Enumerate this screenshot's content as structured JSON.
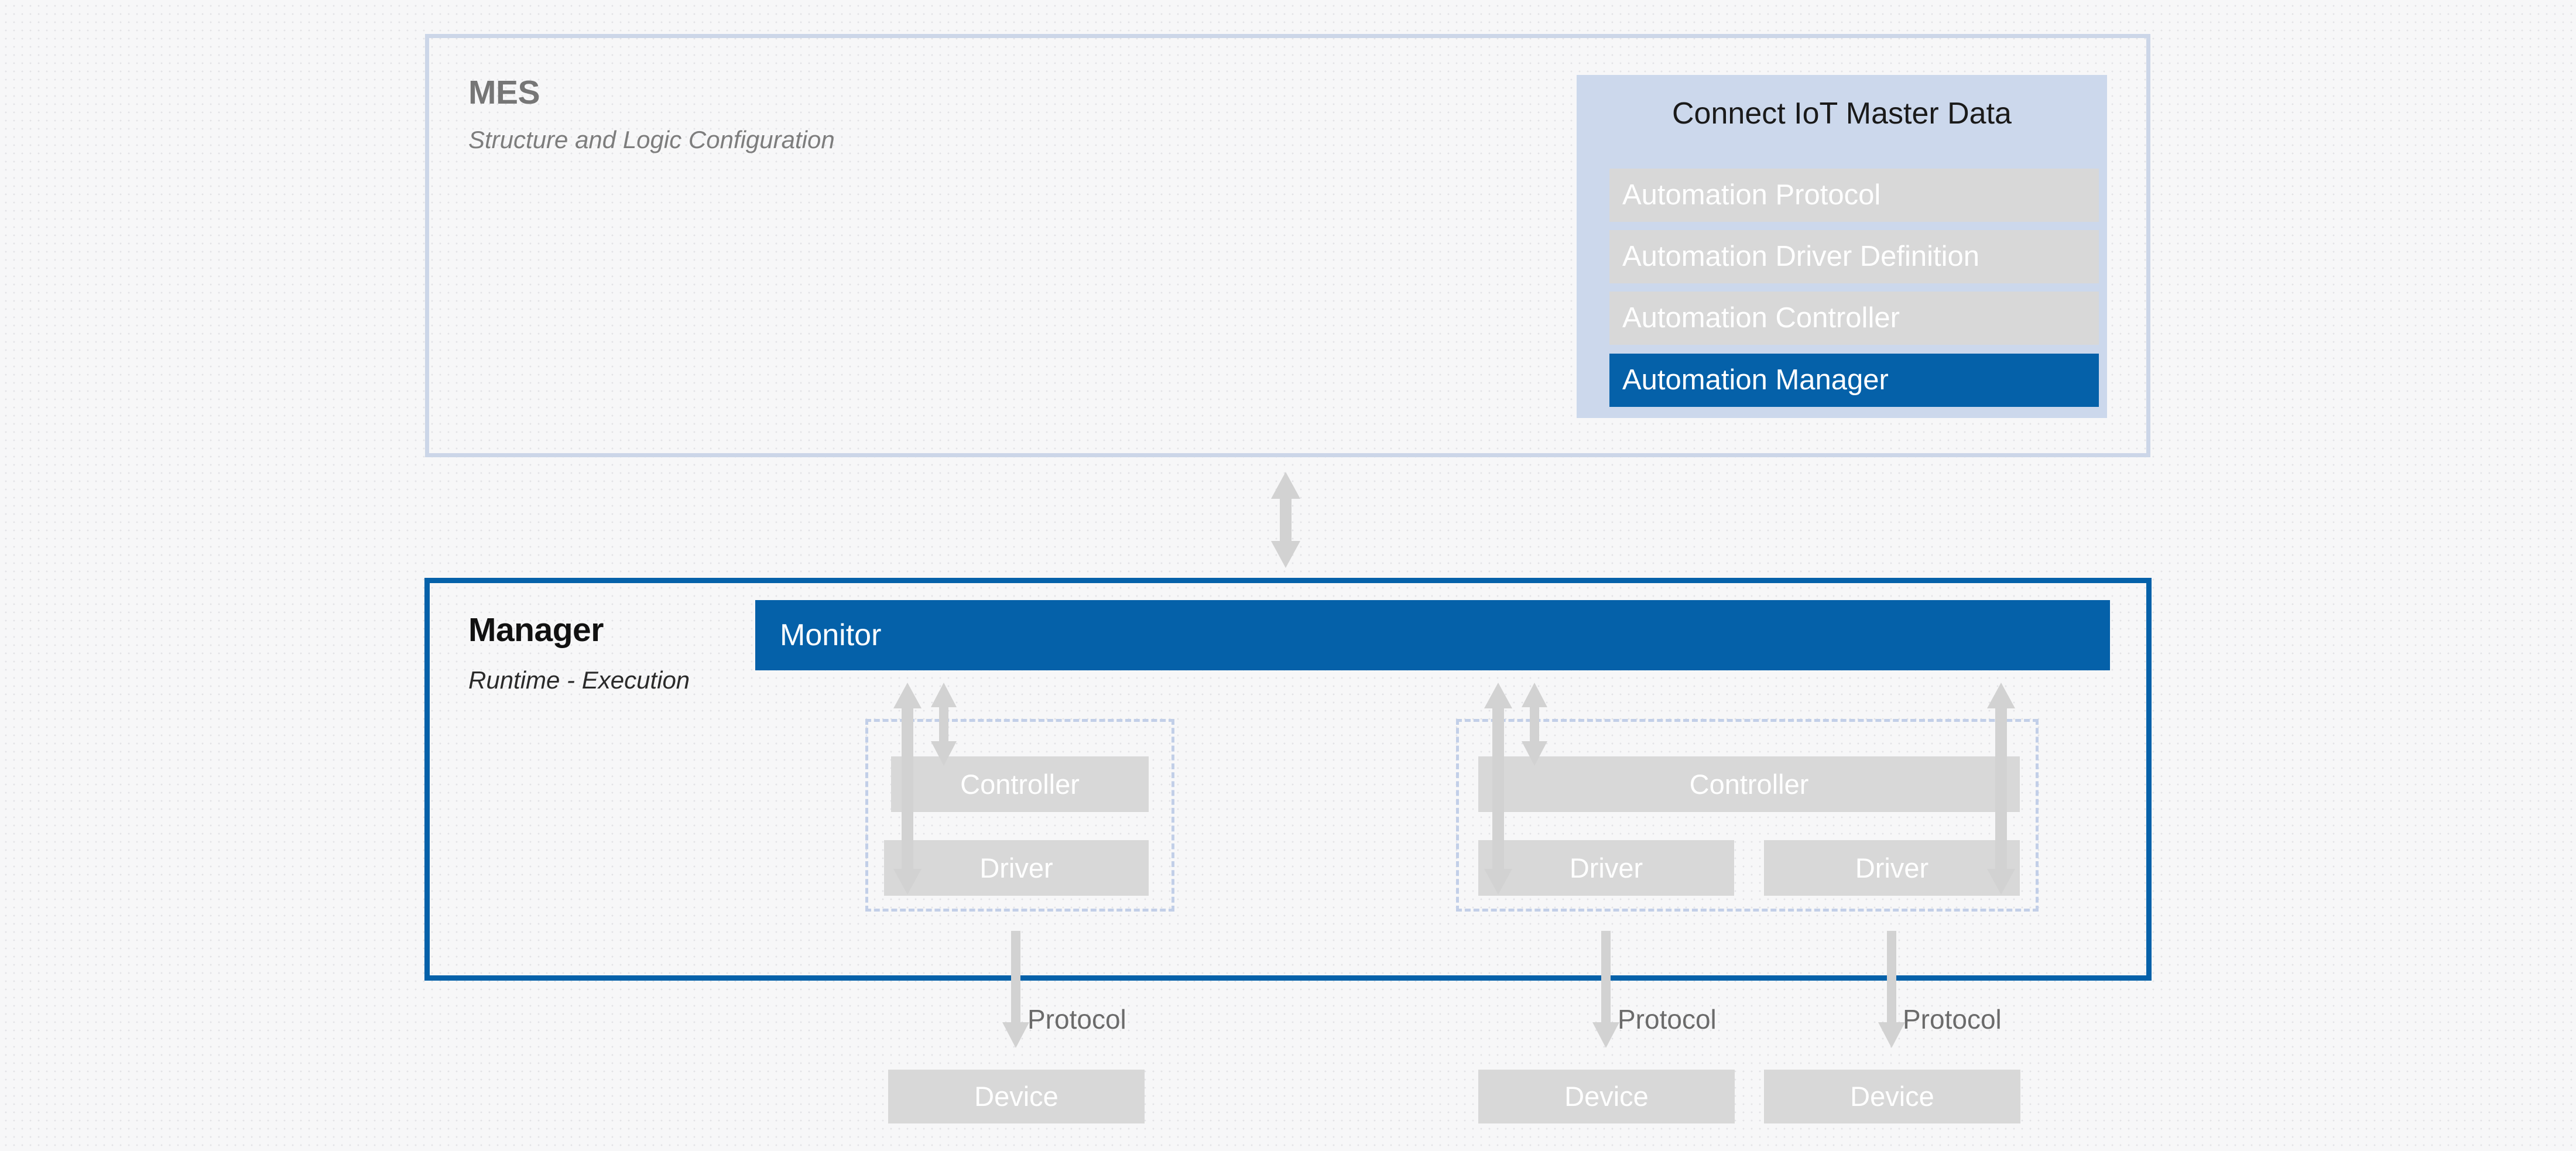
{
  "mes": {
    "title": "MES",
    "subtitle": "Structure and Logic Configuration"
  },
  "master_data": {
    "title": "Connect IoT Master Data",
    "items": [
      {
        "label": "Automation Protocol",
        "state": "inactive"
      },
      {
        "label": "Automation Driver Definition",
        "state": "inactive"
      },
      {
        "label": "Automation Controller",
        "state": "inactive"
      },
      {
        "label": "Automation Manager",
        "state": "active"
      }
    ]
  },
  "manager": {
    "title": "Manager",
    "subtitle": "Runtime - Execution",
    "monitor_label": "Monitor"
  },
  "runtime_groups": [
    {
      "name": "group-left",
      "controller": "Controller",
      "drivers": [
        "Driver"
      ]
    },
    {
      "name": "group-right",
      "controller": "Controller",
      "drivers": [
        "Driver",
        "Driver"
      ]
    }
  ],
  "protocol_labels": [
    "Protocol",
    "Protocol",
    "Protocol"
  ],
  "devices": [
    "Device",
    "Device",
    "Device"
  ],
  "colors": {
    "accent_blue": "#0561a9",
    "panel_blue": "#ccd8ec",
    "box_gray": "#d8d8d8",
    "dashed_border": "#c2cfe8",
    "mes_border": "#ccd6e8",
    "arrow_gray": "#d2d2d2",
    "canvas_bg": "#f7f7f8"
  }
}
